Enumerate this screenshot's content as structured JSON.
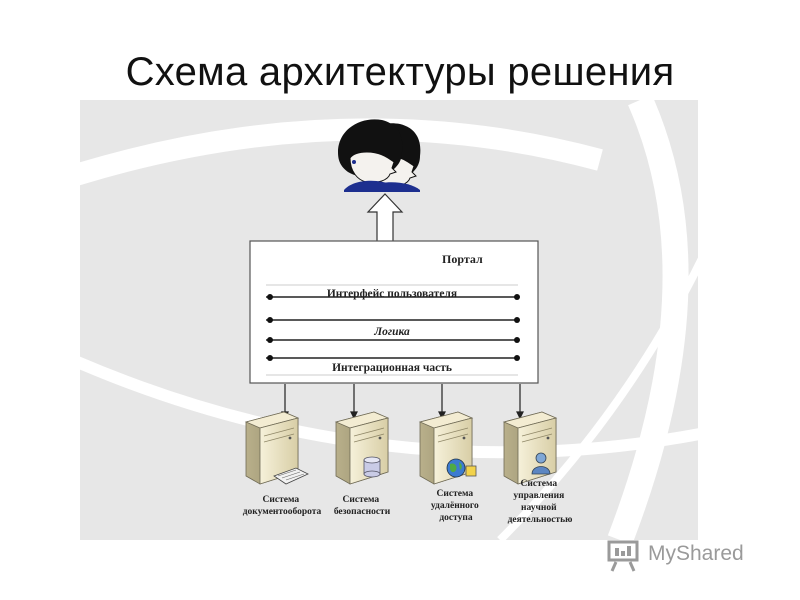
{
  "title": "Схема архитектуры решения",
  "portal": {
    "title": "Портал",
    "layers": [
      "Интерфейс пользователя",
      "Логика",
      "Интеграционная часть"
    ]
  },
  "servers": [
    {
      "line1": "Система",
      "line2": "документооборота",
      "line3": "",
      "line4": "",
      "icon": "scanner-icon"
    },
    {
      "line1": "Система",
      "line2": "безопасности",
      "line3": "",
      "line4": "",
      "icon": "database-cylinder-icon"
    },
    {
      "line1": "Система",
      "line2": "удалённого",
      "line3": "доступа",
      "line4": "",
      "icon": "globe-icon"
    },
    {
      "line1": "Система",
      "line2": "управления",
      "line3": "научной",
      "line4": "деятельностью",
      "icon": "user-icon"
    }
  ],
  "users_icon": "users-icon",
  "watermark": {
    "text": "MyShared",
    "icon": "presentation-board-icon"
  },
  "colors": {
    "panel_bg": "#e7e7e7",
    "arc": "#ffffff",
    "portal_bg": "#ffffff",
    "server_body": "#ebe2bf",
    "server_dark": "#6f6a55",
    "hair": "#111111",
    "shirt": "#1d2f8f"
  }
}
